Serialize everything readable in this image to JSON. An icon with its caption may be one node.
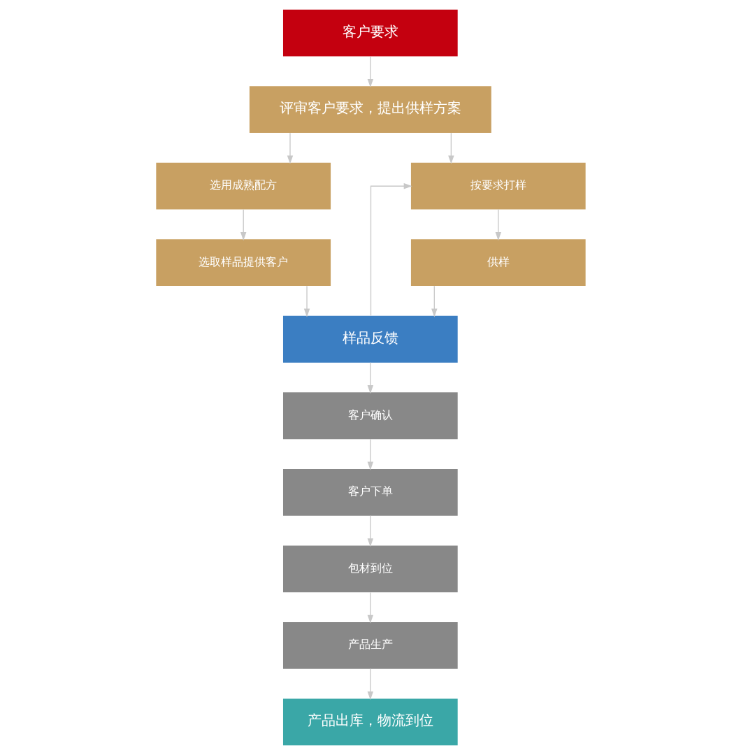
{
  "diagram": {
    "nodes": [
      {
        "text": [
          "客户要求"
        ]
      },
      {
        "text": [
          "评审客户要求，提出供样方案"
        ]
      },
      {
        "text": [
          "选用成熟配方"
        ]
      },
      {
        "text": [
          "选取样品提供客户"
        ]
      },
      {
        "text": [
          "按要求打样"
        ]
      },
      {
        "text": [
          "供样"
        ]
      },
      {
        "text": [
          "样品反馈"
        ]
      },
      {
        "text": [
          "客户确认"
        ]
      },
      {
        "text": [
          "客户下单"
        ]
      },
      {
        "text": [
          "包材到位"
        ]
      },
      {
        "text": [
          "产品生产"
        ]
      },
      {
        "text": [
          "产品出库，物流到位"
        ]
      }
    ],
    "edges": [
      {
        "from": 0,
        "to": 1,
        "arrow": "to"
      },
      {
        "from": 1,
        "to": 2,
        "arrow": "to"
      },
      {
        "from": 1,
        "to": 4,
        "arrow": "to"
      },
      {
        "from": 2,
        "to": 3,
        "arrow": "to"
      },
      {
        "from": 4,
        "to": 5,
        "arrow": "to"
      },
      {
        "from": 3,
        "to": 6,
        "arrow": "to"
      },
      {
        "from": 5,
        "to": 6,
        "arrow": "to"
      },
      {
        "from": 6,
        "to": 4,
        "arrow": "to"
      },
      {
        "from": 6,
        "to": 7,
        "arrow": "to"
      },
      {
        "from": 7,
        "to": 8,
        "arrow": "to"
      },
      {
        "from": 8,
        "to": 9,
        "arrow": "to"
      },
      {
        "from": 9,
        "to": 10,
        "arrow": "to"
      },
      {
        "from": 10,
        "to": 11,
        "arrow": "to"
      }
    ]
  }
}
